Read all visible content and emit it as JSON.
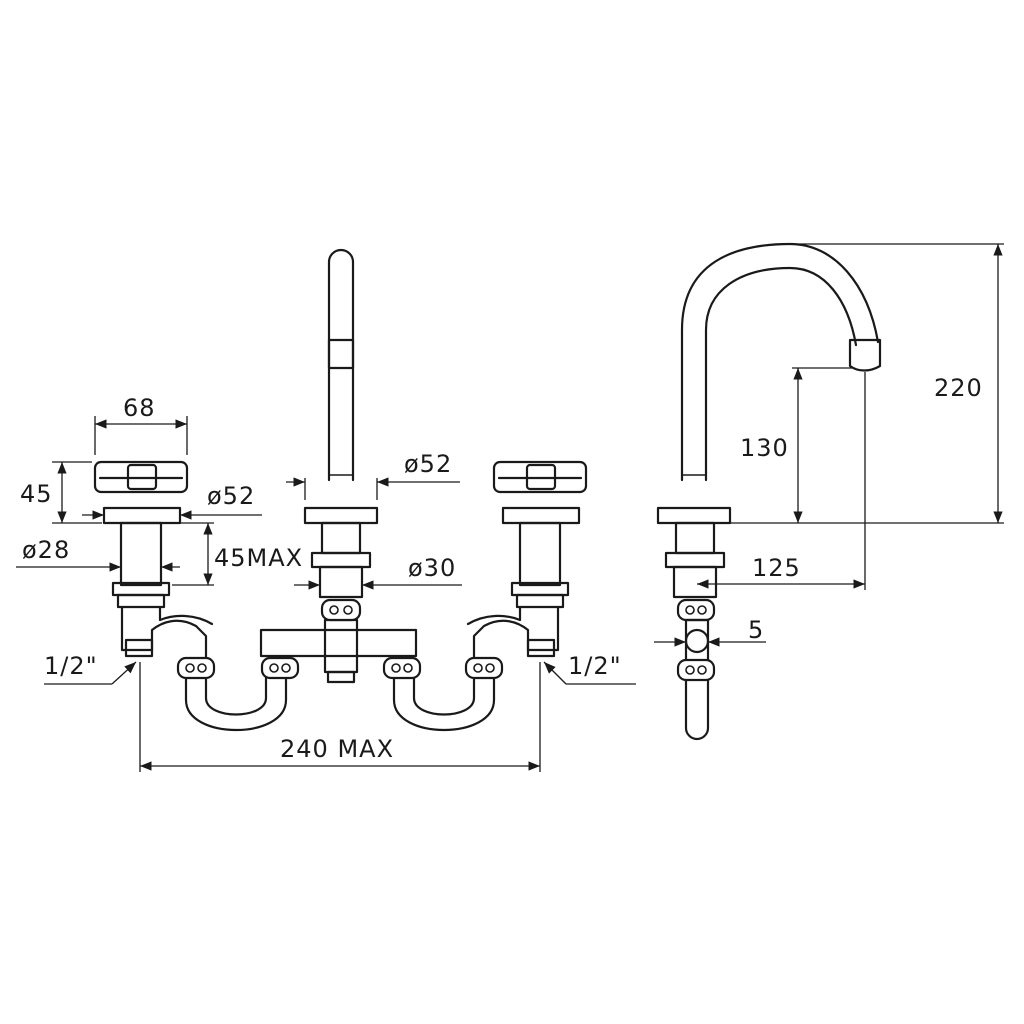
{
  "labels": {
    "handle_width": "68",
    "handle_height": "45",
    "escutcheon_dia_left": "ø52",
    "shank_dia": "ø28",
    "deck_thickness": "45MAX",
    "spout_escutcheon_dia": "ø52",
    "spout_shank_dia": "ø30",
    "thread_left": "1/2\"",
    "thread_right": "1/2\"",
    "overall_spread": "240 MAX",
    "spout_height": "220",
    "spout_clearance": "130",
    "spout_reach": "125",
    "offset": "5"
  },
  "colors": {
    "line": "#1a1a1a",
    "background": "#ffffff"
  }
}
